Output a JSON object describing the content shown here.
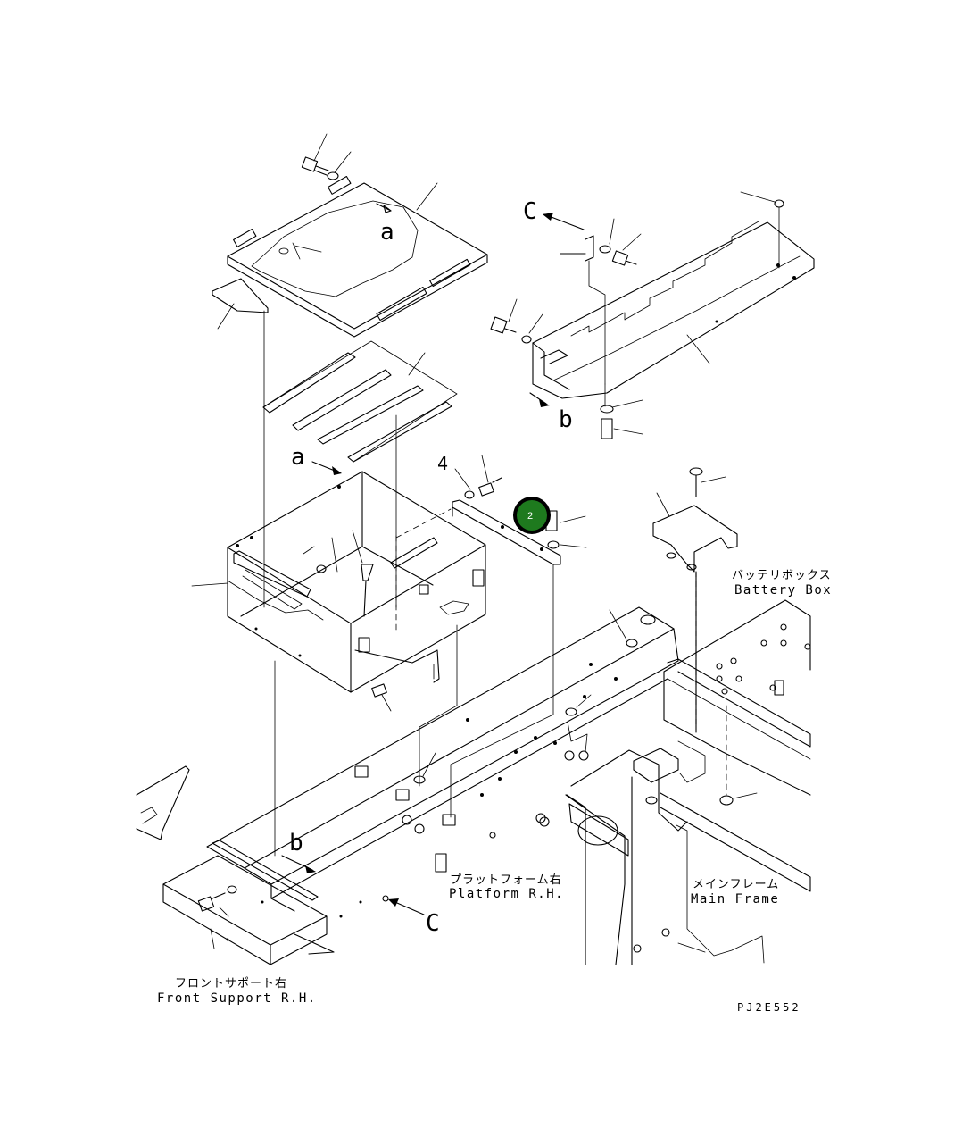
{
  "labels": {
    "letter_a_top": "a",
    "letter_a_mid": "a",
    "letter_b_top": "b",
    "letter_b_bottom": "b",
    "letter_c_top": "C",
    "letter_c_bottom": "C",
    "item_4": "4",
    "battery_box_jp": "バッテリボックス",
    "battery_box_en": "Battery Box",
    "platform_jp": "プラットフォーム右",
    "platform_en": "Platform R.H.",
    "main_frame_jp": "メインフレーム",
    "main_frame_en": "Main Frame",
    "front_support_jp": "フロントサポート右",
    "front_support_en": "Front Support R.H.",
    "drawing_code": "PJ2E552"
  },
  "callout": {
    "number": "2",
    "color": "#1e7a1e"
  }
}
